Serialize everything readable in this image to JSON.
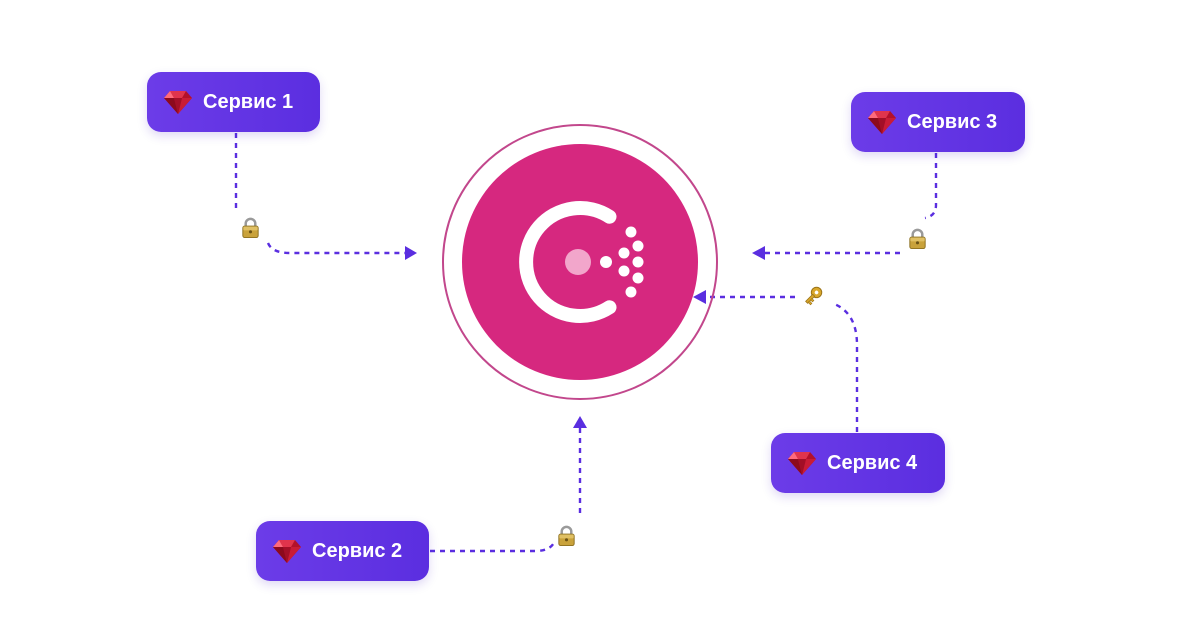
{
  "services": [
    {
      "id": "svc1",
      "label": "Сервис 1",
      "icon": "ruby-gem-icon"
    },
    {
      "id": "svc2",
      "label": "Сервис 2",
      "icon": "ruby-gem-icon"
    },
    {
      "id": "svc3",
      "label": "Сервис 3",
      "icon": "ruby-gem-icon"
    },
    {
      "id": "svc4",
      "label": "Сервис 4",
      "icon": "ruby-gem-icon"
    }
  ],
  "hub": {
    "icon": "consul-logo-icon"
  },
  "connections": [
    {
      "from": "Сервис 1",
      "to": "hub",
      "marker": "padlock-icon"
    },
    {
      "from": "Сервис 2",
      "to": "hub",
      "marker": "padlock-icon"
    },
    {
      "from": "Сервис 3",
      "to": "hub",
      "marker": "padlock-icon"
    },
    {
      "from": "Сервис 4",
      "to": "hub",
      "marker": "key-icon"
    }
  ],
  "colors": {
    "service_bg": "#5b2ee0",
    "hub_pink": "#d6287f",
    "hub_ring": "#c2478c",
    "connector": "#5a2ee0",
    "service_text": "#ffffff"
  }
}
